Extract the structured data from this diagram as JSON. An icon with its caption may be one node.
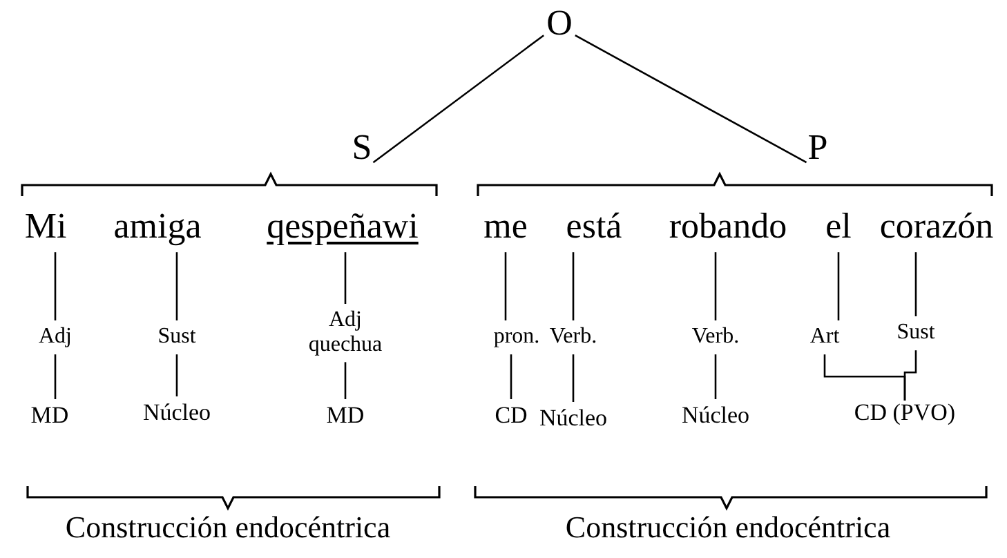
{
  "diagram": {
    "nodes": [
      {
        "text": [
          "O"
        ]
      },
      {
        "text": [
          "S"
        ]
      },
      {
        "text": [
          "P"
        ]
      },
      {
        "text": [
          "Mi"
        ]
      },
      {
        "text": [
          "amiga"
        ]
      },
      {
        "text": [
          "qespeñawi"
        ]
      },
      {
        "text": [
          "me"
        ]
      },
      {
        "text": [
          "está"
        ]
      },
      {
        "text": [
          "robando"
        ]
      },
      {
        "text": [
          "el"
        ]
      },
      {
        "text": [
          "corazón"
        ]
      },
      {
        "text": [
          "Adj"
        ]
      },
      {
        "text": [
          "Sust"
        ]
      },
      {
        "text": [
          "Adj quechua"
        ]
      },
      {
        "text": [
          "pron."
        ]
      },
      {
        "text": [
          "Verb."
        ]
      },
      {
        "text": [
          "Verb."
        ]
      },
      {
        "text": [
          "Art"
        ]
      },
      {
        "text": [
          "Sust"
        ]
      },
      {
        "text": [
          "MD"
        ]
      },
      {
        "text": [
          "Núcleo"
        ]
      },
      {
        "text": [
          "MD"
        ]
      },
      {
        "text": [
          "CD"
        ]
      },
      {
        "text": [
          "Núcleo"
        ]
      },
      {
        "text": [
          "Núcleo"
        ]
      },
      {
        "text": [
          "CD (PVO)"
        ]
      }
    ],
    "edges": [
      {
        "from": 0,
        "to": 1,
        "arrow": "none"
      },
      {
        "from": 0,
        "to": 2,
        "arrow": "none"
      },
      {
        "from": 3,
        "to": 11,
        "arrow": "none"
      },
      {
        "from": 4,
        "to": 12,
        "arrow": "none"
      },
      {
        "from": 5,
        "to": 13,
        "arrow": "none"
      },
      {
        "from": 6,
        "to": 14,
        "arrow": "none"
      },
      {
        "from": 7,
        "to": 15,
        "arrow": "none"
      },
      {
        "from": 8,
        "to": 16,
        "arrow": "none"
      },
      {
        "from": 9,
        "to": 17,
        "arrow": "none"
      },
      {
        "from": 10,
        "to": 18,
        "arrow": "none"
      },
      {
        "from": 11,
        "to": 19,
        "arrow": "none"
      },
      {
        "from": 12,
        "to": 20,
        "arrow": "none"
      },
      {
        "from": 13,
        "to": 21,
        "arrow": "none"
      },
      {
        "from": 14,
        "to": 22,
        "arrow": "none"
      },
      {
        "from": 15,
        "to": 23,
        "arrow": "none"
      },
      {
        "from": 16,
        "to": 24,
        "arrow": "none"
      },
      {
        "from": 17,
        "to": 25,
        "arrow": "none"
      },
      {
        "from": 18,
        "to": 25,
        "arrow": "none"
      }
    ],
    "labels": [
      "Construcción endocéntrica",
      "Construcción endocéntrica"
    ]
  }
}
